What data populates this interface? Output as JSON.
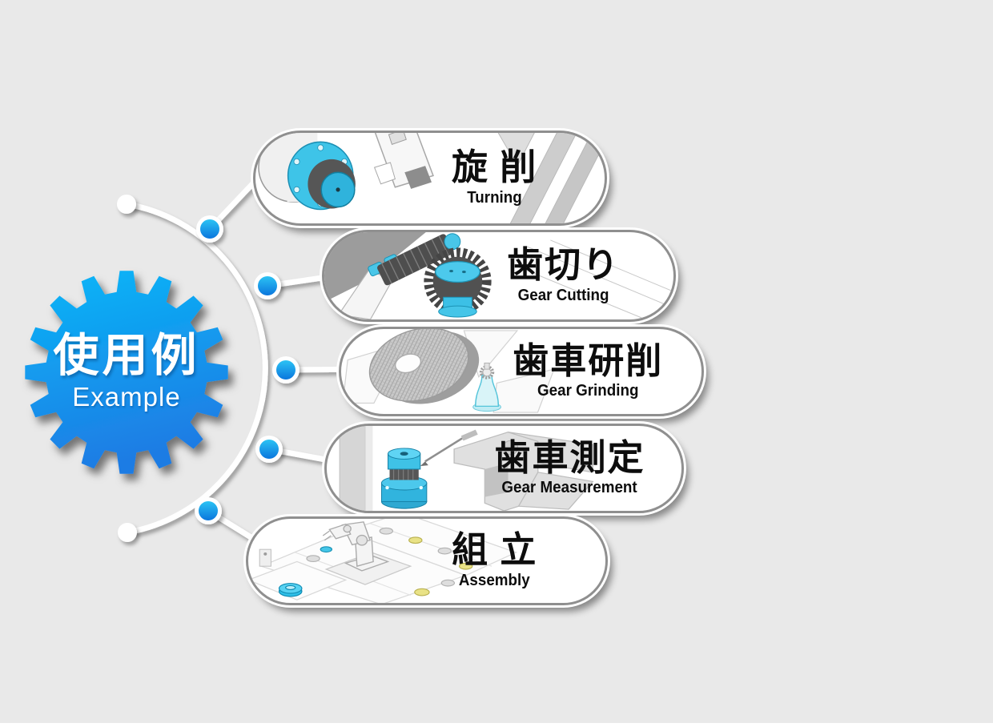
{
  "gear": {
    "ja": "使用例",
    "en": "Example"
  },
  "items": [
    {
      "id": "turning",
      "ja": "旋 削",
      "en": "Turning"
    },
    {
      "id": "gear-cutting",
      "ja": "歯切り",
      "en": "Gear Cutting"
    },
    {
      "id": "gear-grinding",
      "ja": "歯車研削",
      "en": "Gear Grinding"
    },
    {
      "id": "gear-measurement",
      "ja": "歯車測定",
      "en": "Gear Measurement"
    },
    {
      "id": "assembly",
      "ja": "組 立",
      "en": "Assembly"
    }
  ],
  "colors": {
    "background": "#e9e9e9",
    "gear_gradient_top": "#08b7f8",
    "gear_gradient_bottom": "#1e7ce4",
    "node_gradient_top": "#2cc3f4",
    "node_gradient_bottom": "#0b76dd",
    "pill_ring": "#8f8f8f",
    "machine_cyan": "#3ec4e8",
    "label_text": "#0d0d0d",
    "connector": "#ffffff"
  }
}
